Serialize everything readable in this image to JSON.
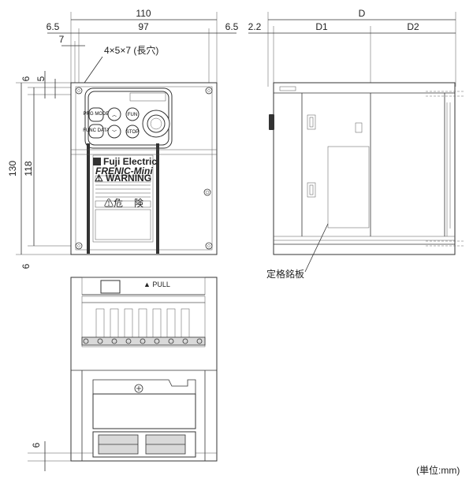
{
  "dimensions": {
    "overall_width": "110",
    "left_margin": "6.5",
    "inner_width": "97",
    "right_margin": "6.5",
    "hole_offset": "7",
    "hole_spec": "4×5×7 (長穴)",
    "top_offset_6": "6",
    "top_offset_5": "5",
    "overall_height": "130",
    "inner_height": "118",
    "bottom_offset": "6",
    "bottom_view_offset": "6",
    "side_offset": "2.2",
    "depth": "D",
    "depth_1": "D1",
    "depth_2": "D2"
  },
  "front_panel": {
    "brand": "Fuji Electric",
    "product": "FRENIC-Mini",
    "warning": "⚠ WARNING",
    "danger_mark": "⚠危",
    "danger_text": "険",
    "btn_prg": "PRG MODE",
    "btn_up": "︿",
    "btn_fun": "FUN",
    "btn_func": "FUNC DATA",
    "btn_down": "﹀",
    "btn_stop": "STOP"
  },
  "labels": {
    "pull": "▲ PULL",
    "rating_plate": "定格銘板",
    "unit": "(単位:mm)"
  }
}
